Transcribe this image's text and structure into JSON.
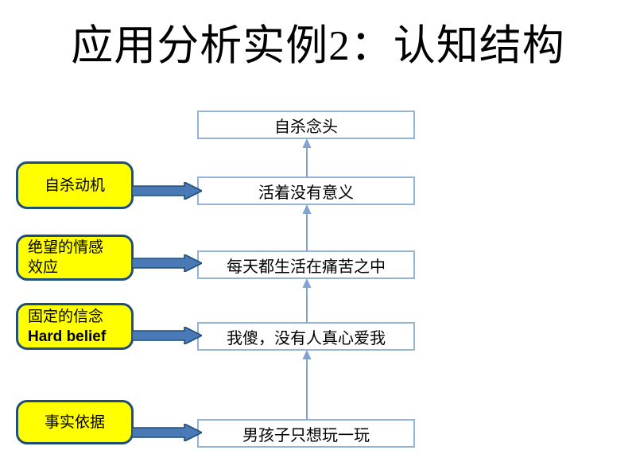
{
  "slide": {
    "title": "应用分析实例2：认知结构",
    "background_color": "#ffffff"
  },
  "colors": {
    "chain_box_border": "#95b3d7",
    "chain_box_fill": "#ffffff",
    "yellow_box_fill": "#ffff00",
    "yellow_box_border": "#1f4e79",
    "block_arrow_fill": "#4a7ab5",
    "block_arrow_outline": "#1f4e79",
    "v_arrow_color": "#7fa3d4"
  },
  "chain_boxes": [
    {
      "id": "suicidal-thought",
      "label": "自杀念头"
    },
    {
      "id": "life-meaningless",
      "label": "活着没有意义"
    },
    {
      "id": "daily-suffering",
      "label": "每天都生活在痛苦之中"
    },
    {
      "id": "nobody-loves-me",
      "label": "我傻，没有人真心爱我"
    },
    {
      "id": "boy-just-playing",
      "label": "男孩子只想玩一玩"
    }
  ],
  "yellow_boxes": [
    {
      "id": "suicide-motive",
      "lines": [
        "自杀动机"
      ],
      "align": "center"
    },
    {
      "id": "despair-emotional-effect",
      "lines": [
        "绝望的情感",
        "效应"
      ],
      "align": "left"
    },
    {
      "id": "hard-belief",
      "lines": [
        "固定的信念",
        "Hard belief"
      ],
      "align": "left"
    },
    {
      "id": "factual-evidence",
      "lines": [
        "事实依据"
      ],
      "align": "center"
    }
  ],
  "connectors": {
    "vertical_arrows": [
      {
        "id": "v-arrow-1",
        "from": "life-meaningless",
        "to": "suicidal-thought"
      },
      {
        "id": "v-arrow-2",
        "from": "daily-suffering",
        "to": "life-meaningless"
      },
      {
        "id": "v-arrow-3",
        "from": "nobody-loves-me",
        "to": "daily-suffering"
      },
      {
        "id": "v-arrow-4",
        "from": "boy-just-playing",
        "to": "nobody-loves-me"
      }
    ],
    "block_arrows": [
      {
        "id": "block-arrow-1",
        "from": "suicide-motive",
        "to": "life-meaningless"
      },
      {
        "id": "block-arrow-2",
        "from": "despair-emotional-effect",
        "to": "daily-suffering"
      },
      {
        "id": "block-arrow-3",
        "from": "hard-belief",
        "to": "nobody-loves-me"
      },
      {
        "id": "block-arrow-4",
        "from": "factual-evidence",
        "to": "boy-just-playing"
      }
    ]
  }
}
